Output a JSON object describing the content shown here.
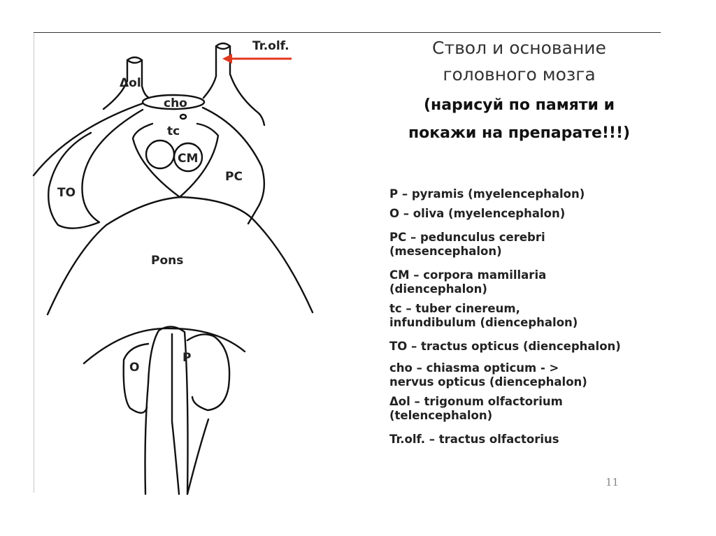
{
  "title": {
    "line1": "Ствол  и основание",
    "line2": "головного мозга",
    "line3": "(нарисуй по памяти и",
    "line4": "покажи на препарате!!!)"
  },
  "diagram_labels": {
    "tr_olf": "Tr.olf.",
    "delta_ol": "Δol",
    "cho": "cho",
    "tc": "tc",
    "cm": "CM",
    "to": "TO",
    "pc": "PC",
    "pons": "Pons",
    "o": "O",
    "p": "P"
  },
  "legend": [
    {
      "line1": "P – pyramis  (myelencephalon)"
    },
    {
      "line1": "O – oliva  (myelencephalon)"
    },
    {
      "line1": "PC – pedunculus cerebri",
      "line2": "(mesencephalon)"
    },
    {
      "line1": "CM – corpora mamillaria",
      "line2": "(diencephalon)"
    },
    {
      "line1": "tc – tuber cinereum,",
      "line2": "infundibulum (diencephalon)"
    },
    {
      "line1": "TO – tractus opticus (diencephalon)"
    },
    {
      "line1": "cho – chiasma opticum  - >",
      "line2": "nervus opticus (diencephalon)"
    },
    {
      "line1": "Δol – trigonum olfactorium",
      "line2": "(telencephalon)"
    },
    {
      "line1": "Tr.olf. – tractus  olfactorius"
    }
  ],
  "page_number": "11",
  "colors": {
    "arrow": "#e0391f",
    "stroke": "#111111",
    "text": "#222222"
  }
}
